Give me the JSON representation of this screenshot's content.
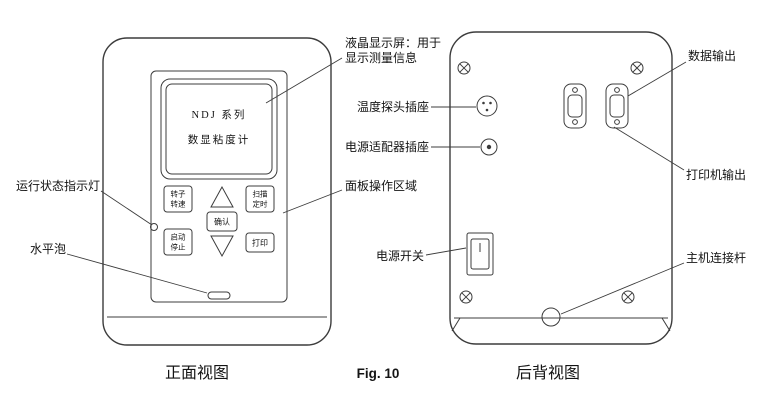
{
  "figure": {
    "caption": "Fig. 10"
  },
  "front": {
    "view_caption": "正面视图",
    "screen": {
      "line1": "NDJ 系列",
      "line2": "数显粘度计"
    },
    "buttons": {
      "rotor_speed_l1": "转子",
      "rotor_speed_l2": "转速",
      "scan_timer_l1": "扫描",
      "scan_timer_l2": "定时",
      "confirm": "确认",
      "start_stop_l1": "启动",
      "start_stop_l2": "停止",
      "print": "打印"
    },
    "labels": {
      "lcd_l1": "液晶显示屏：用于",
      "lcd_l2": "显示测量信息",
      "panel_area": "面板操作区域",
      "status_led": "运行状态指示灯",
      "level_bubble": "水平泡"
    }
  },
  "back": {
    "view_caption": "后背视图",
    "labels": {
      "temp_probe": "温度探头插座",
      "power_adapter": "电源适配器插座",
      "power_switch": "电源开关",
      "data_output": "数据输出",
      "printer_output": "打印机输出",
      "host_rod": "主机连接杆"
    }
  }
}
